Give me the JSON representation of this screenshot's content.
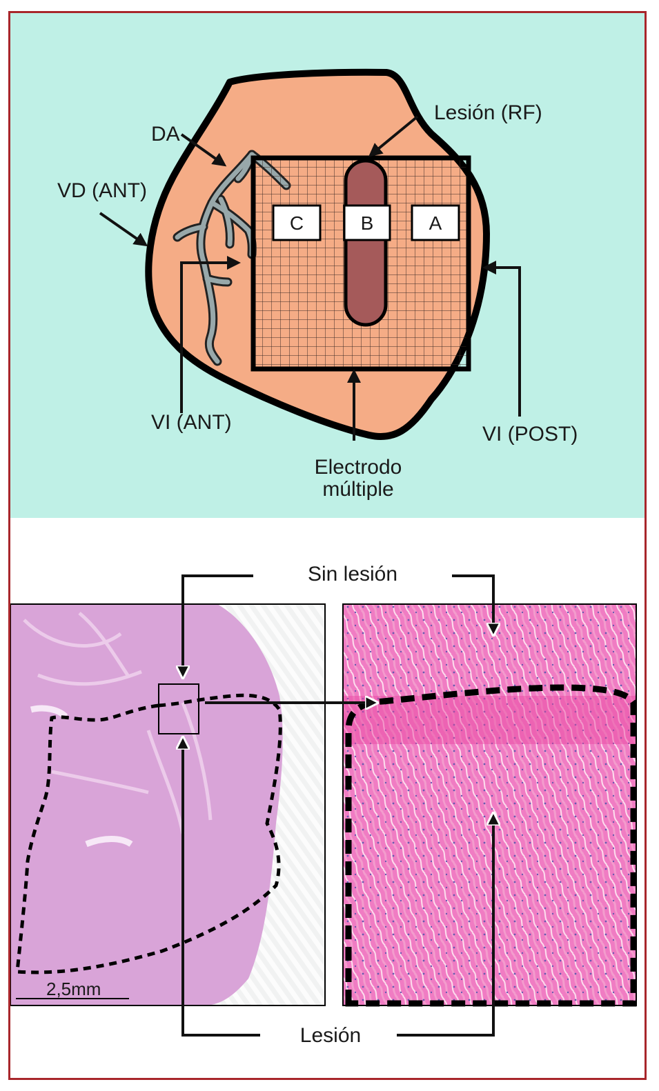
{
  "diagram": {
    "labels": {
      "da": "DA",
      "vd_ant": "VD (ANT)",
      "lesion_rf": "Lesión (RF)",
      "vi_ant": "VI (ANT)",
      "vi_post": "VI (POST)",
      "electrode_line1": "Electrodo",
      "electrode_line2": "múltiple"
    },
    "electrode_boxes": [
      "C",
      "B",
      "A"
    ],
    "colors": {
      "background": "#bff0e6",
      "heart": "#f5ac86",
      "lesion": "#a55a5a",
      "artery": "#98a8aa",
      "border": "#a8262b"
    }
  },
  "histology": {
    "labels": {
      "sin_lesion": "Sin lesión",
      "lesion": "Lesión",
      "scale": "2,5mm"
    },
    "colors": {
      "low_mag_tissue": "#d9a4d8",
      "high_mag_tissue": "#f07cc3"
    }
  }
}
